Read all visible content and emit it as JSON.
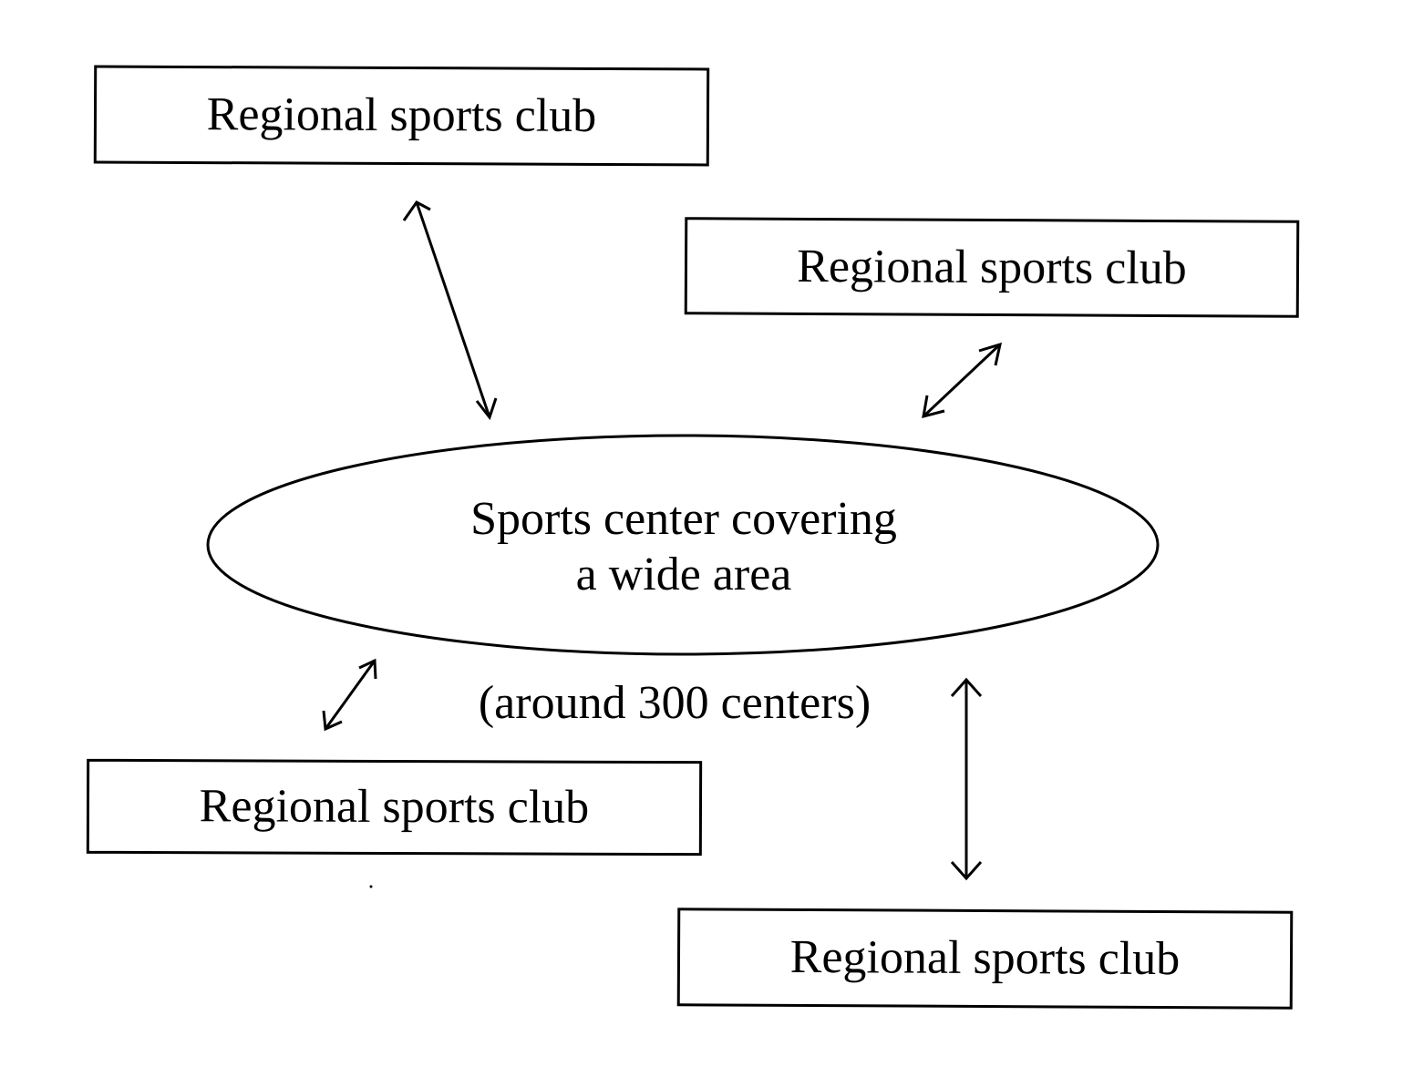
{
  "clubs": [
    {
      "label": "Regional sports club"
    },
    {
      "label": "Regional sports club"
    },
    {
      "label": "Regional sports club"
    },
    {
      "label": "Regional sports club"
    }
  ],
  "center": {
    "line1": "Sports center covering",
    "line2": "a wide area",
    "note": "(around 300 centers)"
  }
}
